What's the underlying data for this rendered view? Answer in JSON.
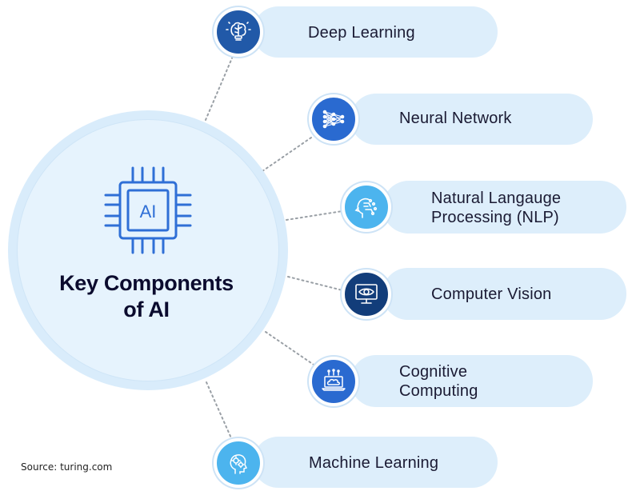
{
  "hub": {
    "title_line1": "Key Components",
    "title_line2": "of AI",
    "chip_text": "AI",
    "icon": "ai-chip-icon"
  },
  "components": [
    {
      "label_lines": [
        "Deep Learning"
      ],
      "icon": "brain-bulb-icon",
      "icon_color": "#2159a8"
    },
    {
      "label_lines": [
        "Neural Network"
      ],
      "icon": "neural-network-icon",
      "icon_color": "#2a6ad0"
    },
    {
      "label_lines": [
        "Natural Langauge",
        "Processing (NLP)"
      ],
      "icon": "head-circuit-icon",
      "icon_color": "#4cb4ee"
    },
    {
      "label_lines": [
        "Computer Vision"
      ],
      "icon": "eye-monitor-icon",
      "icon_color": "#123d7a"
    },
    {
      "label_lines": [
        "Cognitive",
        "Computing"
      ],
      "icon": "cloud-laptop-icon",
      "icon_color": "#2a6ad0"
    },
    {
      "label_lines": [
        "Machine Learning"
      ],
      "icon": "head-gears-icon",
      "icon_color": "#4cb4ee"
    }
  ],
  "source": "Source: turing.com",
  "colors": {
    "pill": "#ddeefb",
    "hub": "#e6f3fd",
    "accent": "#2a6ad0",
    "connector": "#9aa0a6"
  }
}
